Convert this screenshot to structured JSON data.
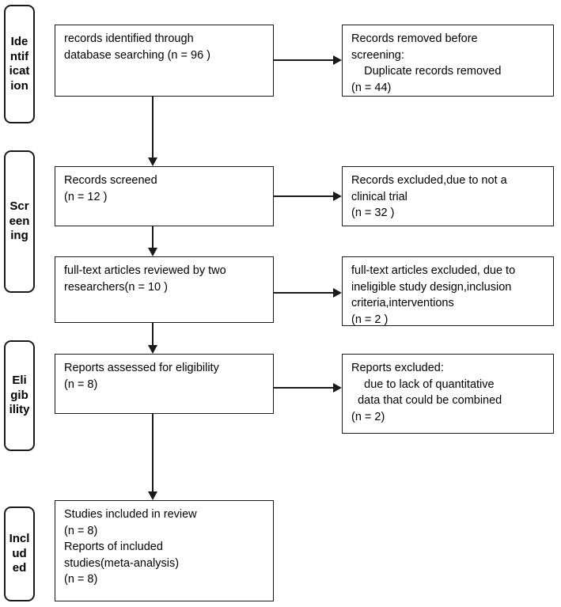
{
  "diagram": {
    "title": "PRISMA flow diagram",
    "type": "flowchart",
    "line_color": "#1a1a1a",
    "background_color": "#ffffff"
  },
  "stages": [
    {
      "name": "identification",
      "label": "Identification"
    },
    {
      "name": "screening",
      "label": "Screening"
    },
    {
      "name": "eligibility",
      "label": "Eligibility"
    },
    {
      "name": "included",
      "label": "Included"
    }
  ],
  "main_boxes": [
    {
      "name": "records-identified",
      "text": "records identified through\ndatabase searching (n = 96 )",
      "count": 96
    },
    {
      "name": "records-screened",
      "text": "Records screened\n(n = 12 )",
      "count": 12
    },
    {
      "name": "fulltext-reviewed",
      "text": "full-text articles reviewed by two\nresearchers(n = 10 )",
      "count": 10
    },
    {
      "name": "reports-assessed",
      "text": "Reports assessed for eligibility\n(n = 8)",
      "count": 8
    },
    {
      "name": "studies-included",
      "text": "Studies included in review\n(n = 8)\nReports of included\nstudies(meta-analysis)\n(n = 8)",
      "count": 8
    }
  ],
  "side_boxes": [
    {
      "name": "records-removed",
      "line1_prefix": "Records removed ",
      "line1_italic": "before\nscreening",
      "line1_suffix": ":",
      "line2": "    Duplicate records removed",
      "line3": "(n = 44)",
      "count": 44
    },
    {
      "name": "records-excluded",
      "text": "Records excluded,due to not a\nclinical trial\n(n = 32 )",
      "count": 32
    },
    {
      "name": "fulltext-excluded",
      "text": "full-text articles excluded, due to\nineligible study design,inclusion\ncriteria,interventions\n(n = 2 )",
      "count": 2
    },
    {
      "name": "reports-excluded",
      "text": "Reports excluded:\n    due to lack of quantitative\n  data that could be combined\n(n = 2)",
      "count": 2
    }
  ]
}
